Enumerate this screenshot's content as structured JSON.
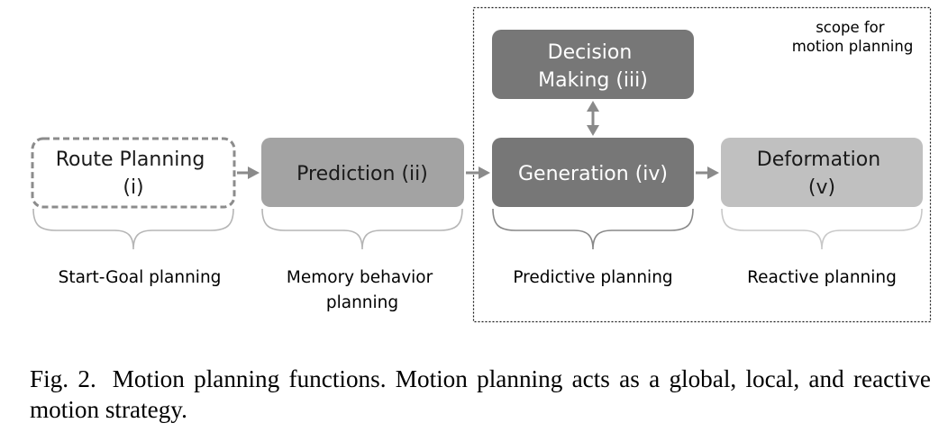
{
  "scope": {
    "label_line1": "scope for",
    "label_line2": "motion planning"
  },
  "boxes": [
    {
      "id": "route",
      "line1": "Route Planning",
      "line2": "(i)"
    },
    {
      "id": "prediction",
      "line1": "Prediction (ii)",
      "line2": ""
    },
    {
      "id": "decision",
      "line1": "Decision",
      "line2": "Making (iii)"
    },
    {
      "id": "generation",
      "line1": "Generation (iv)",
      "line2": ""
    },
    {
      "id": "deformation",
      "line1": "Deformation",
      "line2": "(v)"
    }
  ],
  "braces": [
    {
      "line1": "Start-Goal planning",
      "line2": ""
    },
    {
      "line1": "Memory behavior",
      "line2": "planning"
    },
    {
      "line1": "Predictive planning",
      "line2": ""
    },
    {
      "line1": "Reactive planning",
      "line2": ""
    }
  ],
  "caption": {
    "fig_num": "Fig. 2.",
    "text": "Motion planning functions. Motion planning acts as a global, local, and reactive motion strategy."
  },
  "colors": {
    "dark_box": "#777777",
    "medium_box": "#a3a3a3",
    "light_box": "#c0c0c0",
    "arrow": "#8a8a8a",
    "brace": "#b5b5b5",
    "dashed_border": "#8c8c8c"
  }
}
